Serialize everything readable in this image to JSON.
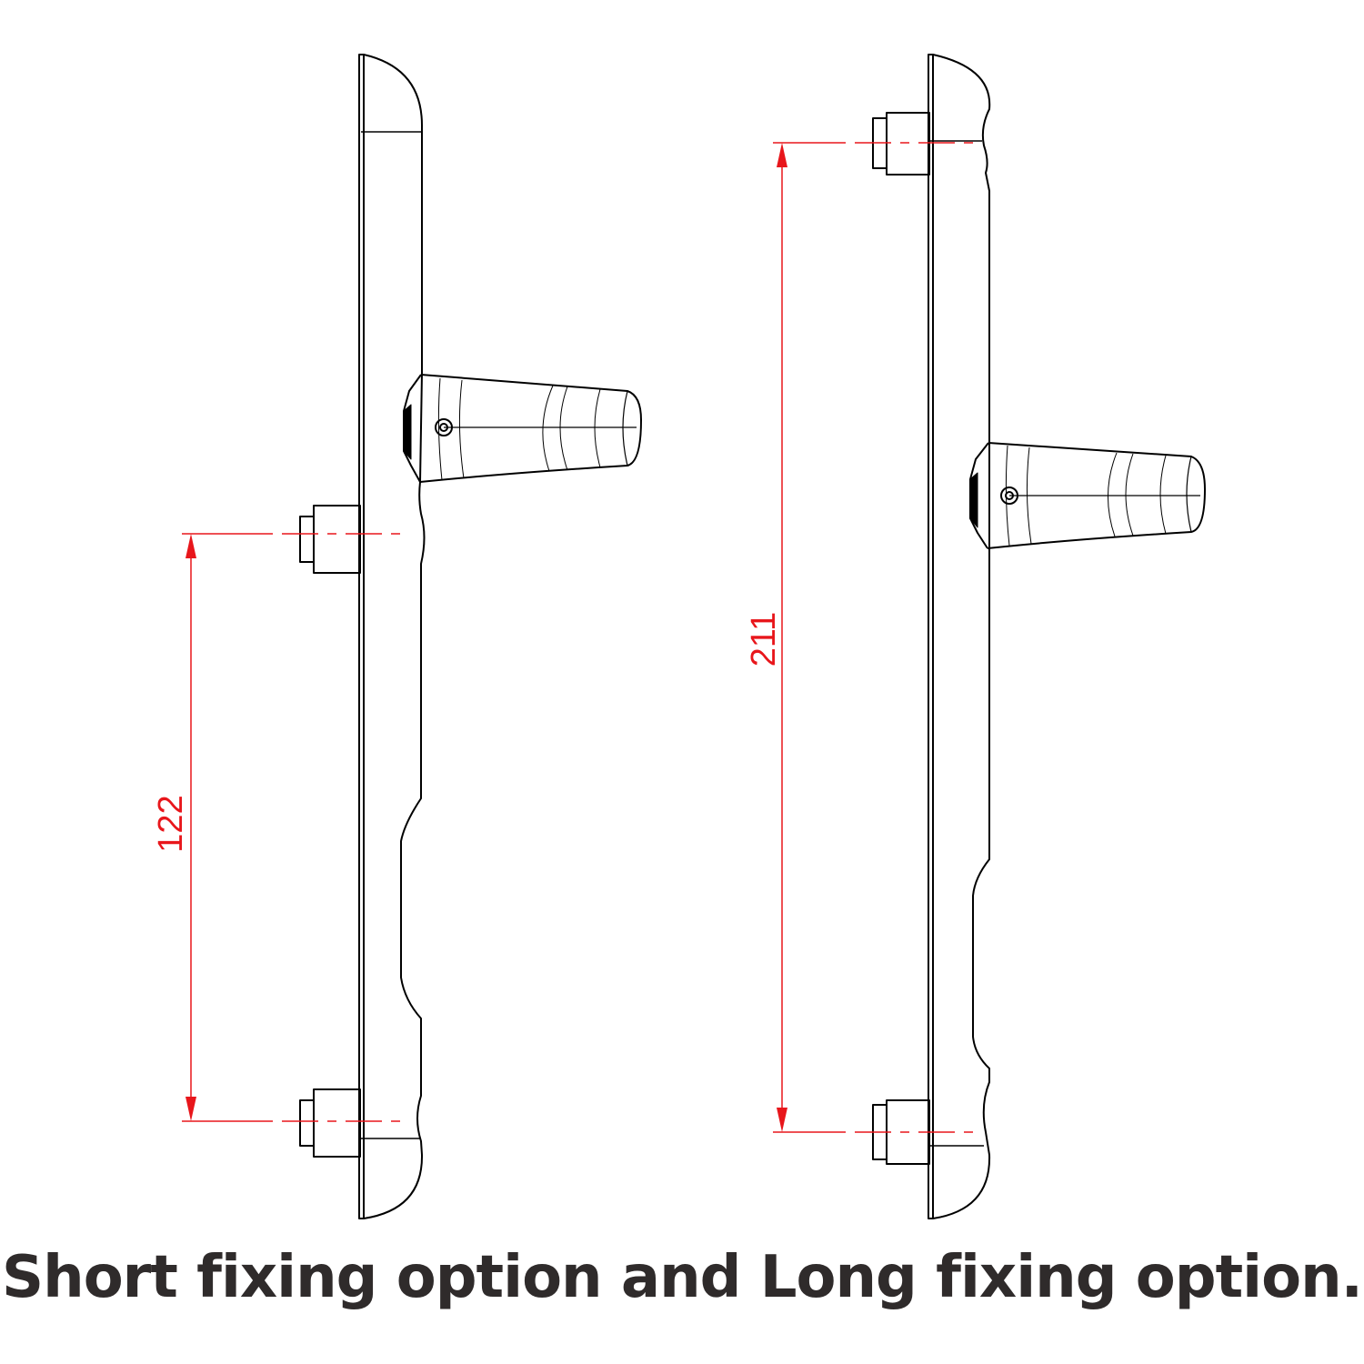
{
  "caption": "Short fixing option and Long fixing option.",
  "colors": {
    "line": "#000000",
    "dimension": "#e8161b",
    "caption": "#2f2b2b"
  },
  "diagrams": [
    {
      "name": "short-fixing",
      "dimension_label": "122"
    },
    {
      "name": "long-fixing",
      "dimension_label": "211"
    }
  ]
}
